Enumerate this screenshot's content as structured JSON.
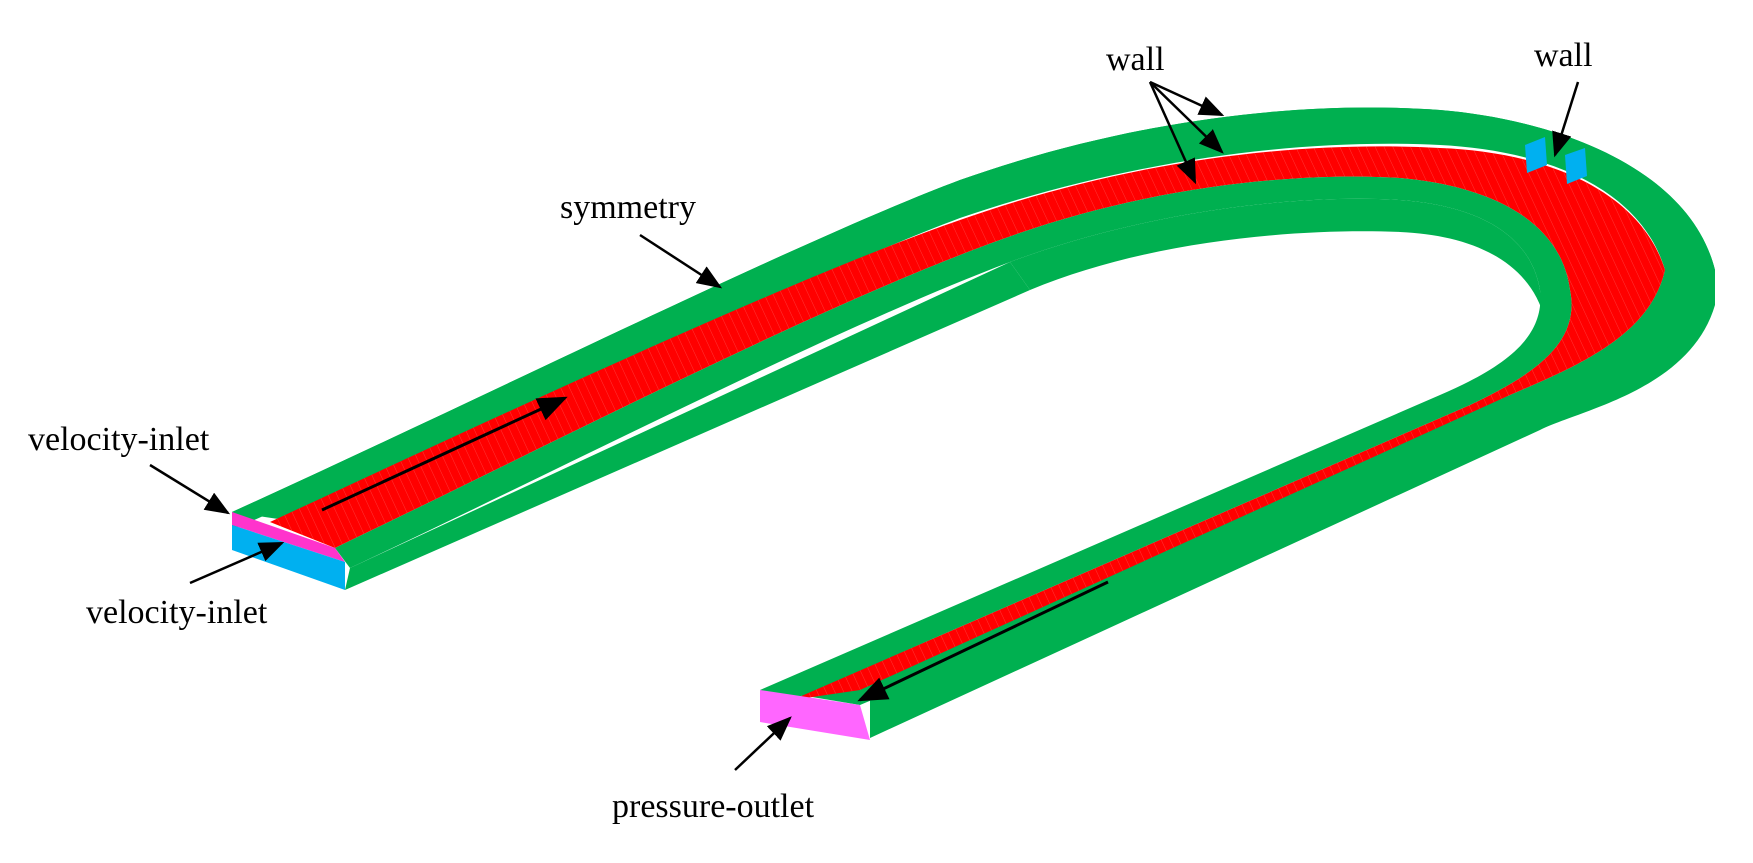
{
  "labels": {
    "symmetry": "symmetry",
    "velocity_inlet_upper": "velocity-inlet",
    "velocity_inlet_lower": "velocity-inlet",
    "pressure_outlet": "pressure-outlet",
    "wall_center": "wall",
    "wall_right": "wall"
  },
  "colors": {
    "fluid_domain": "#ff0000",
    "wall": "#00b050",
    "velocity_inlet_top": "#ff33cc",
    "velocity_inlet_bottom": "#00b0f0",
    "pressure_outlet": "#ff66ff",
    "wall_blocks": "#00b0f0",
    "leader_lines": "#000000"
  }
}
